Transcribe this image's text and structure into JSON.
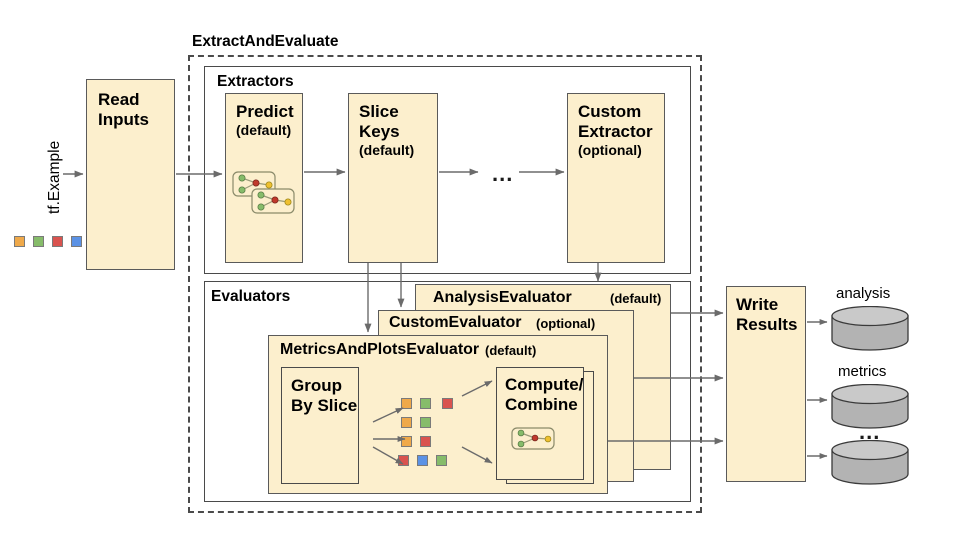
{
  "diagram": {
    "title": "TFMA ExtractAndEvaluate pipeline",
    "colors": {
      "box_fill": "#FCEFCD",
      "box_stroke": "#5a5a5a",
      "group_stroke": "#4a4a4a",
      "arrow": "#6b6b6b",
      "cylinder_fill": "#B3B3B3",
      "cylinder_top": "#C9C9C9",
      "chip_orange": "#EFA94A",
      "chip_green": "#86BC6A",
      "chip_red": "#D9534F",
      "chip_blue": "#5B92E5"
    }
  },
  "input": {
    "label": "tf.Example",
    "chips": [
      "chip_orange",
      "chip_green",
      "chip_red",
      "chip_blue"
    ]
  },
  "read_inputs": {
    "line1": "Read",
    "line2": "Inputs"
  },
  "extract_and_evaluate": {
    "title": "ExtractAndEvaluate"
  },
  "extractors": {
    "title": "Extractors",
    "items": [
      {
        "name": "Predict",
        "line1": "Predict",
        "line2": "",
        "qualifier": "(default)",
        "has_icon": true
      },
      {
        "name": "Slice Keys",
        "line1": "Slice",
        "line2": "Keys",
        "qualifier": "(default)",
        "has_icon": false
      },
      {
        "name": "Custom Extractor",
        "line1": "Custom",
        "line2": "Extractor",
        "qualifier": "(optional)",
        "has_icon": false
      }
    ],
    "ellipsis": "..."
  },
  "evaluators": {
    "title": "Evaluators",
    "stack": [
      {
        "name": "AnalysisEvaluator",
        "qualifier": "(default)"
      },
      {
        "name": "CustomEvaluator",
        "qualifier": "(optional)"
      },
      {
        "name": "MetricsAndPlotsEvaluator",
        "qualifier": "(default)"
      }
    ],
    "group_by_slice": {
      "line1": "Group",
      "line2": "By Slice"
    },
    "compute_combine": {
      "line1": "Compute/",
      "line2": "Combine"
    },
    "slice_chips": [
      [
        "chip_orange",
        "chip_green",
        "chip_red"
      ],
      [
        "chip_orange",
        "chip_green"
      ],
      [
        "chip_orange",
        "chip_red"
      ],
      [
        "chip_red",
        "chip_blue",
        "chip_green"
      ]
    ]
  },
  "write_results": {
    "line1": "Write",
    "line2": "Results"
  },
  "outputs": [
    {
      "label": "analysis"
    },
    {
      "label": "metrics"
    },
    {
      "label": "..."
    }
  ]
}
